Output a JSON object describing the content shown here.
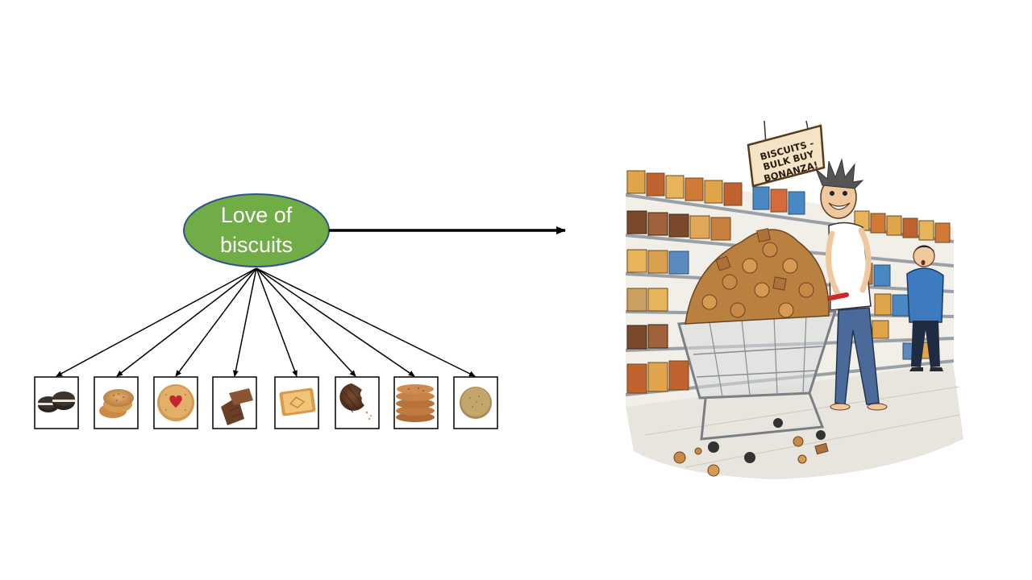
{
  "latent": {
    "label_line1": "Love of",
    "label_line2": "biscuits",
    "fill_color": "#70ad47",
    "border_color": "#2f528f"
  },
  "indicators": [
    {
      "icon": "sandwich-cookie-icon"
    },
    {
      "icon": "digestive-stack-icon"
    },
    {
      "icon": "jammie-dodger-icon"
    },
    {
      "icon": "chocolate-bar-biscuit-icon"
    },
    {
      "icon": "custard-square-icon"
    },
    {
      "icon": "bitten-chocolate-digestive-icon"
    },
    {
      "icon": "ginger-nut-stack-icon"
    },
    {
      "icon": "plain-digestive-icon"
    }
  ],
  "illustration": {
    "sign_line1": "BISCUITS -",
    "sign_line2": "BULK BUY",
    "sign_line3": "BONANZA!"
  }
}
